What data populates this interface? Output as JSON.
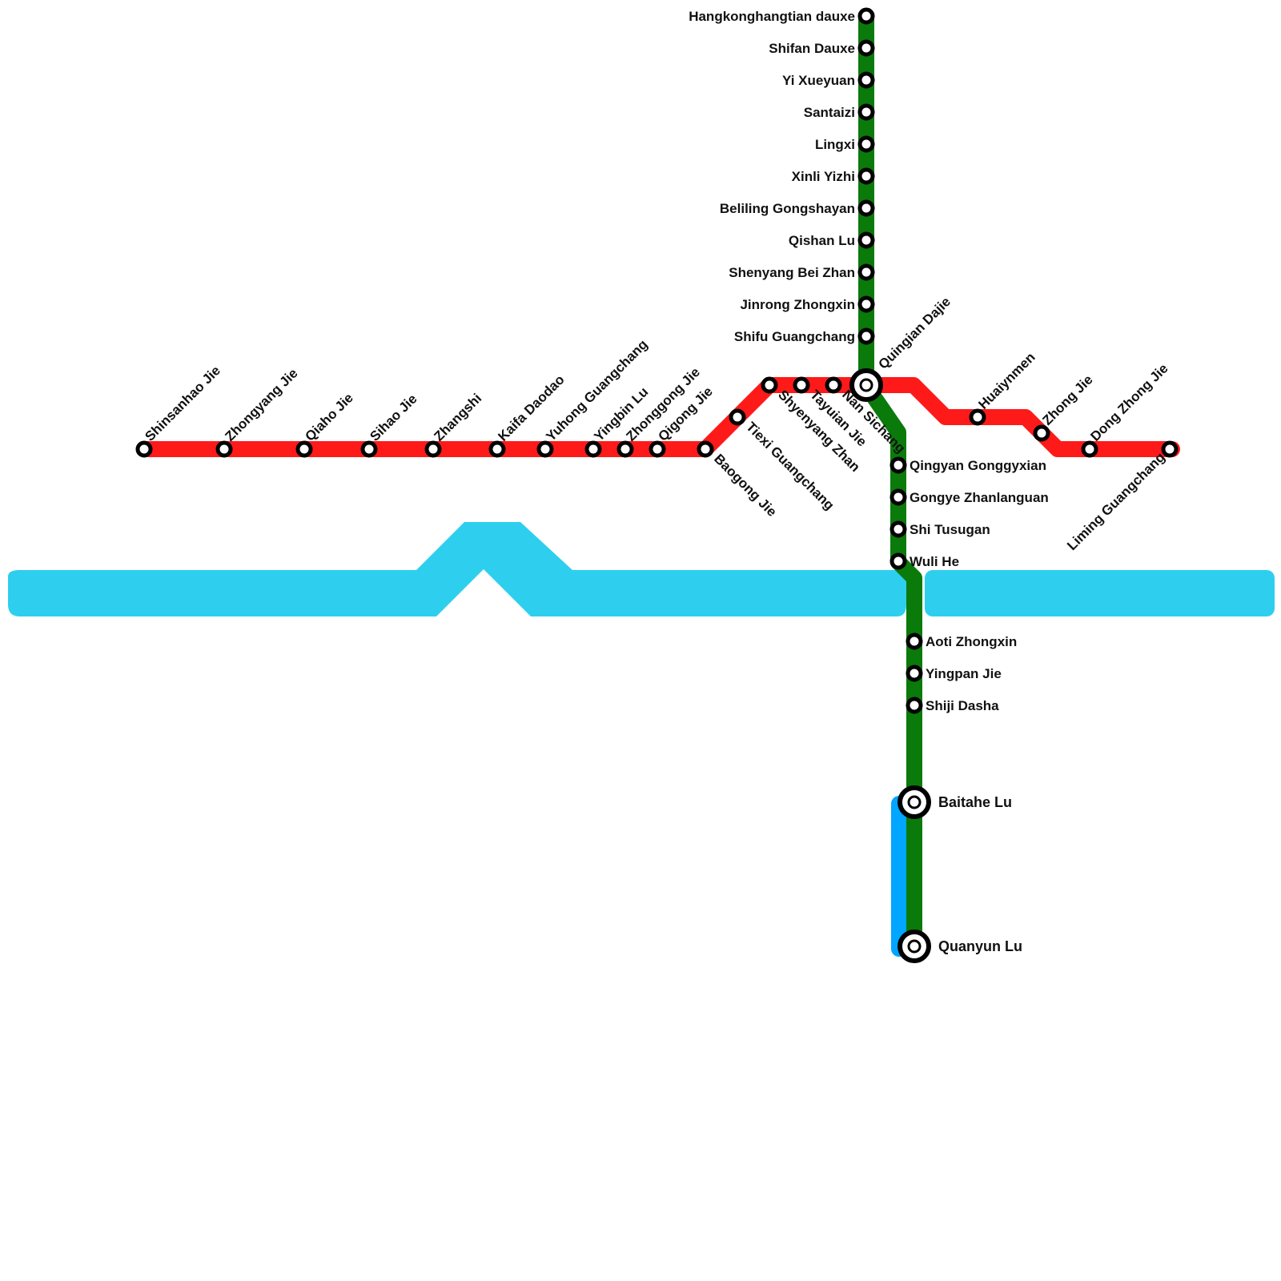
{
  "colors": {
    "red_line": "#ff1a1a",
    "green_line": "#0a7a0a",
    "blue_line": "#00a6ff",
    "river": "#2ecfee",
    "station_fill": "#ffffff",
    "station_stroke": "#000000",
    "label": "#111111"
  },
  "lines": {
    "red": {
      "name": "",
      "color": "#ff1a1a"
    },
    "green": {
      "name": "",
      "color": "#0a7a0a"
    },
    "blue": {
      "name": "",
      "color": "#00a6ff"
    }
  },
  "river": {
    "name": "",
    "color": "#2ecfee"
  },
  "stations": {
    "shinsanhao_jie": "Shinsanhao Jie",
    "zhongyang_jie": "Zhongyang Jie",
    "qiaho_jie": "Qiaho Jie",
    "sihao_jie": "Sihao Jie",
    "zhangshi": "Zhangshi",
    "kaifa_daodao": "Kaifa Daodao",
    "yuhong_guangchang": "Yuhong Guangchang",
    "yingbin_lu": "Yingbin Lu",
    "zhonggong_jie": "Zhonggong Jie",
    "qigong_jie": "Qigong Jie",
    "baogong_jie": "Baogong Jie",
    "tiexi_guangchang": "Tiexi Guangchang",
    "shyenyang_zhan": "Shyenyang Zhan",
    "tayuian_jie": "Tayuian Jie",
    "nan_sichang": "Nan Sichang",
    "quingian_dajie": "Quingian Dajie",
    "huaiynmen": "Huaiynmen",
    "zhong_jie": "Zhong Jie",
    "dong_zhong_jie": "Dong Zhong Jie",
    "liming_guangchang": "Liming Guangchang",
    "hangkonghangtian_dauxe": "Hangkonghangtian dauxe",
    "shifan_dauxe": "Shifan Dauxe",
    "yi_xueyuan": "Yi Xueyuan",
    "santaizi": "Santaizi",
    "lingxi": "Lingxi",
    "xinli_yizhi": "Xinli Yizhi",
    "beliling_gongshayan": "Beliling Gongshayan",
    "qishan_lu": "Qishan Lu",
    "shenyang_bei_zhan": "Shenyang Bei Zhan",
    "jinrong_zhongxin": "Jinrong Zhongxin",
    "shifu_guangchang": "Shifu Guangchang",
    "qingyan_gonggyxian": "Qingyan Gonggyxian",
    "gongye_zhanlanguan": "Gongye Zhanlanguan",
    "shi_tusugan": "Shi Tusugan",
    "wuli_he": "Wuli He",
    "aoti_zhongxin": "Aoti Zhongxin",
    "yingpan_jie": "Yingpan Jie",
    "shiji_dasha": "Shiji Dasha",
    "baitahe_lu": "Baitahe Lu",
    "quanyun_lu": "Quanyun Lu"
  }
}
